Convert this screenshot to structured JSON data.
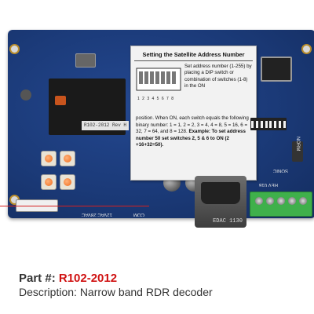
{
  "label_card": {
    "title": "Setting the Satellite Address Number",
    "dip_numbers": "1 2 3 4 5 6 7 8",
    "text_a": "Set address number (1-255) by placing a DIP switch or combination of switches (1-8) in the ON",
    "text_b": "position. When ON, each switch equals the following binary number: 1 = 1, 2 = 2, 3 = 4, 4 = 8, 5 = 16, 6 = 32, 7 = 64, and 8 = 128.",
    "example": "Example: To set address number 50 set switches 2, 5 & 6 to ON (2 +16+32=50)."
  },
  "board_silkscreen": {
    "board_id": "R102-2012 Rev H",
    "db9_text": "EDAC 1130",
    "rev_label": "REV 016",
    "sonic": "SONIC",
    "norm": "NORM",
    "power_label": "12VAC 28VAC",
    "com": "COM"
  },
  "product": {
    "part_label": "Part #:",
    "part_number": "R102-2012",
    "description_label": "Description:",
    "description": "Narrow band RDR decoder"
  },
  "colors": {
    "board": "#1b3a78",
    "part_number": "#d01212",
    "terminal": "#3fb04b"
  }
}
